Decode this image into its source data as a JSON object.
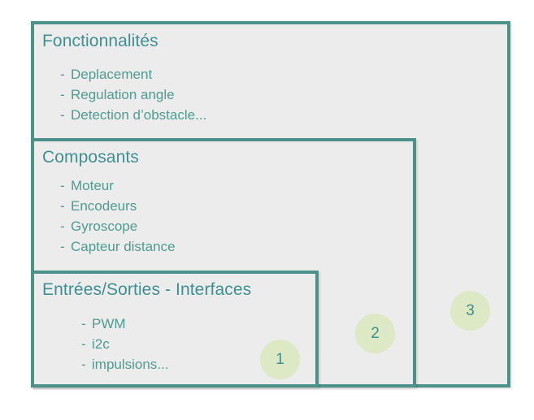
{
  "diagram": {
    "type": "nested-scope-boxes",
    "background_color": "#ffffff",
    "box_fill_color": "#ececec",
    "border_color": "#4d918b",
    "title_color": "#3f8f92",
    "list_color": "#4f9b91",
    "badge_fill_color": "#dde8c5",
    "badge_text_color": "#3f8f92"
  },
  "sections": [
    {
      "id": "fonctionnalites",
      "title": "Fonctionnalités",
      "items": [
        "Deplacement",
        "Regulation angle",
        "Detection d’obstacle..."
      ]
    },
    {
      "id": "composants",
      "title": "Composants",
      "items": [
        "Moteur",
        "Encodeurs",
        "Gyroscope",
        "Capteur distance"
      ]
    },
    {
      "id": "entrees-sorties",
      "title": "Entrées/Sorties - Interfaces",
      "items": [
        "PWM",
        "i2c",
        "impulsions..."
      ]
    }
  ],
  "bullet": "-",
  "badges": [
    {
      "id": "badge-1",
      "label": "1"
    },
    {
      "id": "badge-2",
      "label": "2"
    },
    {
      "id": "badge-3",
      "label": "3"
    }
  ]
}
